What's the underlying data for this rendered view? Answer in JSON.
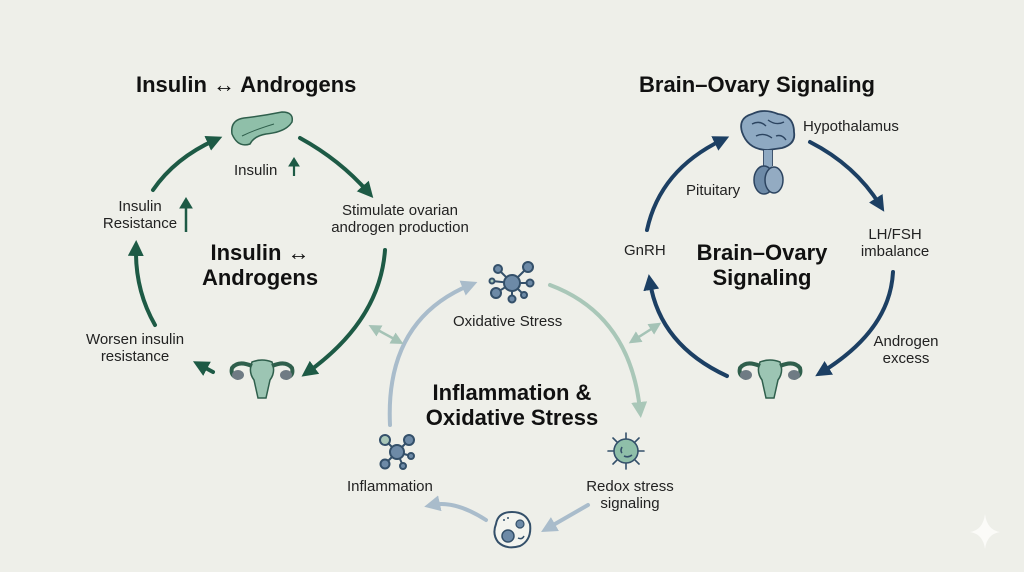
{
  "insulin_cycle": {
    "title": "Insulin ↔ Androgens",
    "center_line1": "Insulin ↔",
    "center_line2": "Androgens",
    "labels": {
      "insulin_up": "Insulin",
      "stimulate_line1": "Stimulate ovarian",
      "stimulate_line2": "androgen production",
      "resistance_line1": "Insulin",
      "resistance_line2": "Resistance",
      "worsen_line1": "Worsen insulin",
      "worsen_line2": "resistance"
    },
    "icons": [
      "pancreas-icon",
      "uterus-icon",
      "up-arrow-icon"
    ],
    "color": "#1d5a45"
  },
  "brain_cycle": {
    "title": "Brain–Ovary Signaling",
    "center_line1": "Brain–Ovary",
    "center_line2": "Signaling",
    "labels": {
      "hypothalamus": "Hypothalamus",
      "pituitary": "Pituitary",
      "lhfsh_line1": "LH/FSH",
      "lhfsh_line2": "imbalance",
      "androgen_line1": "Androgen",
      "androgen_line2": "excess",
      "gnrh": "GnRH"
    },
    "icons": [
      "brain-icon",
      "uterus-icon"
    ],
    "color": "#1c3f63"
  },
  "inflammation_cycle": {
    "center_line1": "Inflammation &",
    "center_line2": "Oxidative Stress",
    "labels": {
      "oxidative": "Oxidative Stress",
      "redox_line1": "Redox stress",
      "redox_line2": "signaling",
      "inflammation": "Inflammation"
    },
    "icons": [
      "molecule-icon",
      "virus-icon",
      "cell-icon"
    ],
    "color": "#a9bccb"
  },
  "watermark_icon": "sparkle-icon"
}
